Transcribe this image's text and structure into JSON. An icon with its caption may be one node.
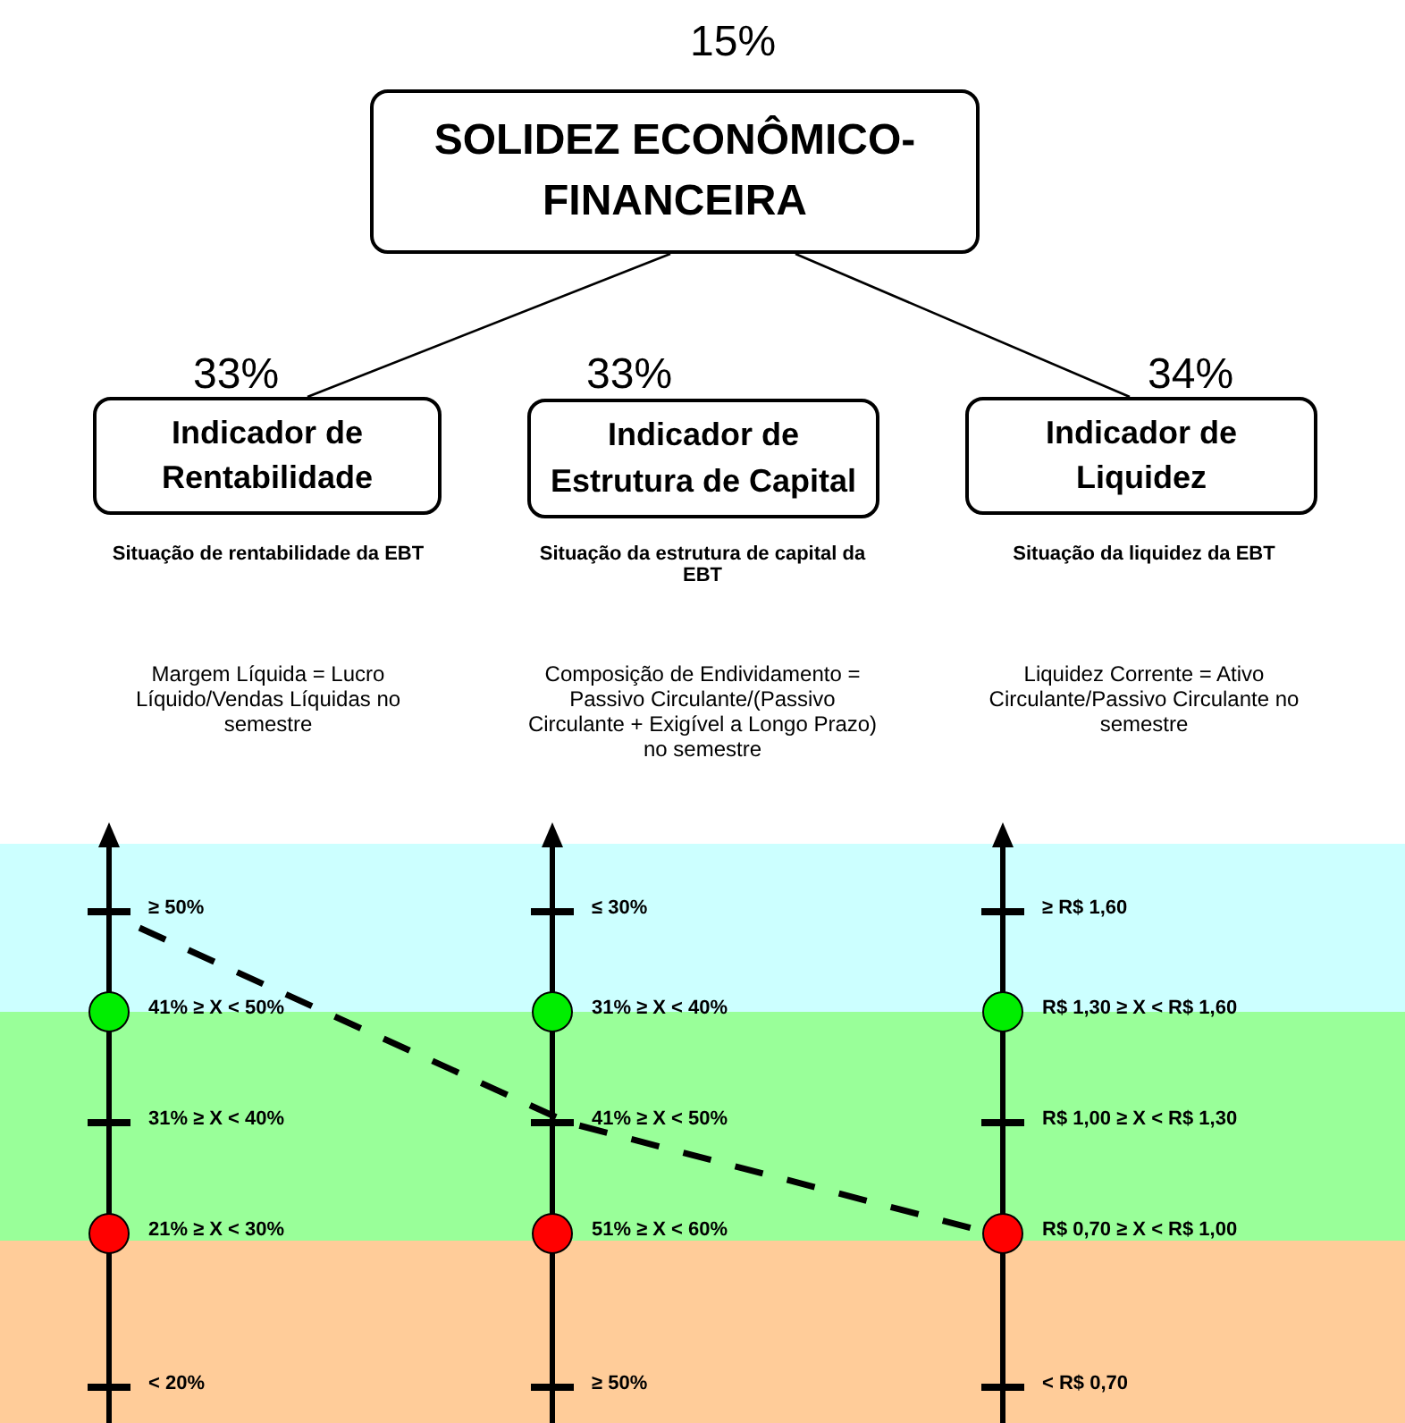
{
  "diagram": {
    "nodes": [
      {
        "text": [
          "SOLIDEZ ECONÔMICO-FINANCEIRA"
        ],
        "beside": [
          "15%"
        ]
      },
      {
        "text": [
          "Indicador de Rentabilidade"
        ],
        "beside": [
          "33%"
        ]
      },
      {
        "text": [
          "Indicador de Estrutura de Capital"
        ],
        "beside": [
          "33%"
        ]
      },
      {
        "text": [
          "Indicador de Liquidez"
        ],
        "beside": [
          "34%"
        ]
      }
    ],
    "edges": [
      {
        "from": 0,
        "to": 1,
        "arrow": "none"
      },
      {
        "from": 0,
        "to": 3,
        "arrow": "none"
      }
    ],
    "labels": [
      "Situação de rentabilidade da EBT",
      "Situação da estrutura de capital da EBT",
      "Situação da liquidez da EBT",
      "Margem Líquida = Lucro Líquido/Vendas Líquidas no semestre",
      "Composição de Endividamento = Passivo Circulante/(Passivo Circulante + Exigível a Longo Prazo) no semestre",
      "Liquidez Corrente = Ativo Circulante/Passivo Circulante no semestre",
      "≥ 50%",
      "≤ 30%",
      "≥ R$ 1,60",
      "41% ≥ X < 50%",
      "31% ≥ X < 40%",
      "R$ 1,30 ≥ X < R$ 1,60",
      "31% ≥ X < 40%",
      "41% ≥ X < 50%",
      "R$ 1,00 ≥ X < R$ 1,30",
      "21% ≥ X < 30%",
      "51% ≥ X < 60%",
      "R$ 0,70 ≥ X < R$ 1,00",
      "< 20%",
      "≥ 50%",
      "< R$ 0,70"
    ]
  }
}
